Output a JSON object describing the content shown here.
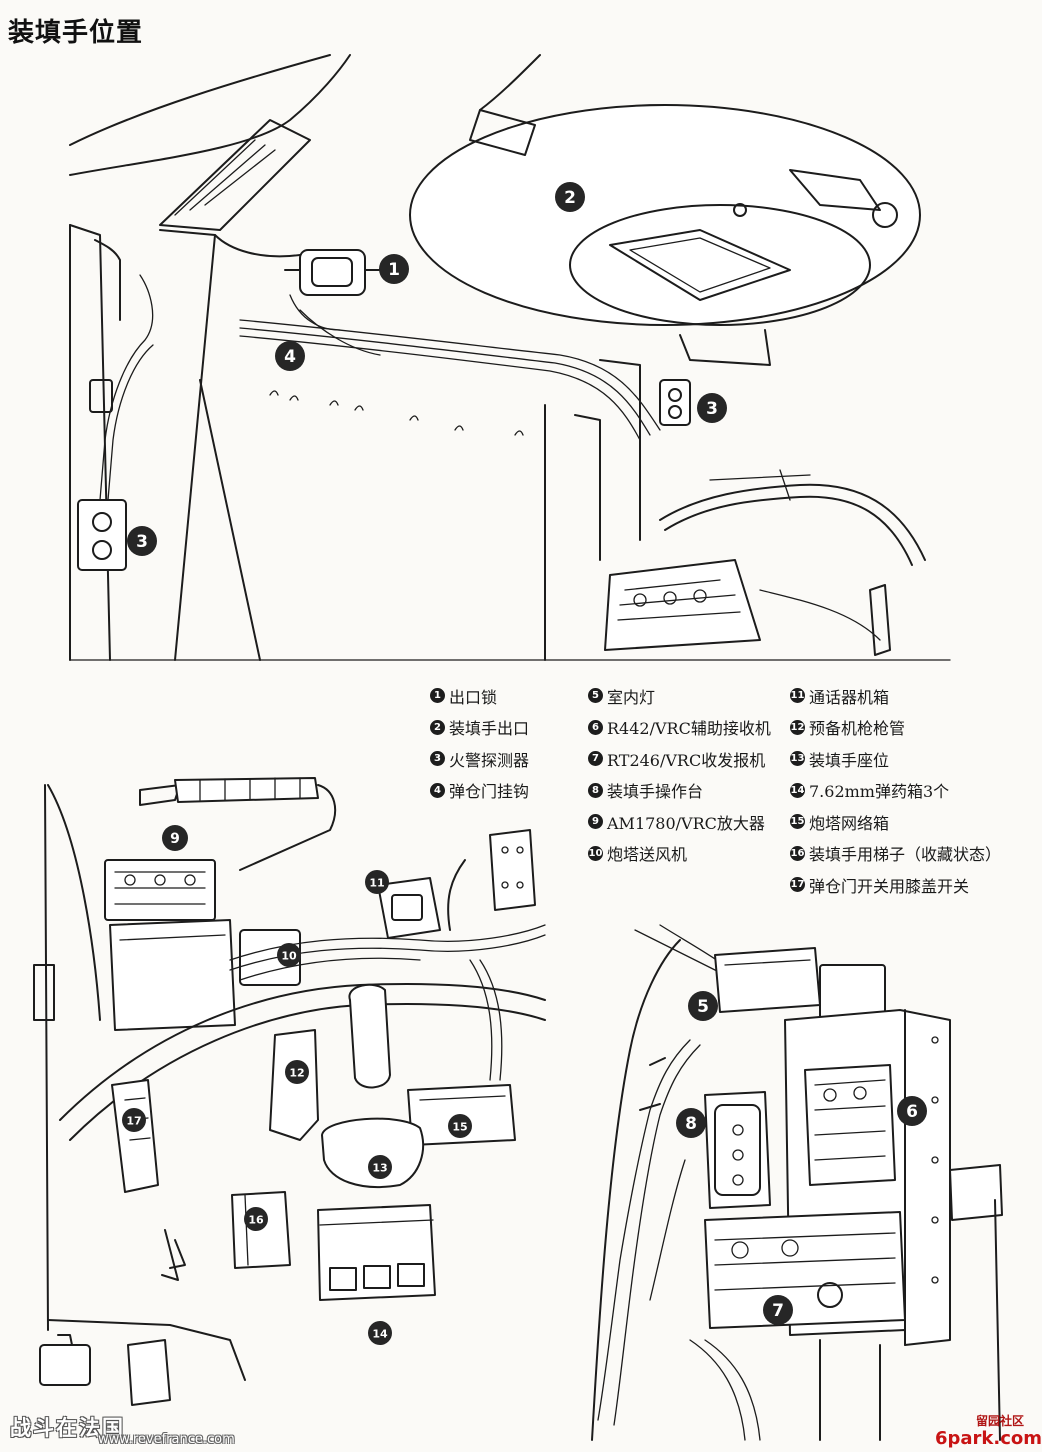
{
  "title": "装填手位置",
  "legend": {
    "columns": [
      [
        {
          "num": "1",
          "label": "出口锁"
        },
        {
          "num": "2",
          "label": "装填手出口"
        },
        {
          "num": "3",
          "label": "火警探测器"
        },
        {
          "num": "4",
          "label": "弹仓门挂钩"
        }
      ],
      [
        {
          "num": "5",
          "label": "室内灯"
        },
        {
          "num": "6",
          "label": "R442/VRC辅助接收机"
        },
        {
          "num": "7",
          "label": "RT246/VRC收发报机"
        },
        {
          "num": "8",
          "label": "装填手操作台"
        },
        {
          "num": "9",
          "label": "AM1780/VRC放大器"
        },
        {
          "num": "10",
          "label": "炮塔送风机"
        }
      ],
      [
        {
          "num": "11",
          "label": "通话器机箱"
        },
        {
          "num": "12",
          "label": "预备机枪枪管"
        },
        {
          "num": "13",
          "label": "装填手座位"
        },
        {
          "num": "14",
          "label": "7.62mm弹药箱3个"
        },
        {
          "num": "15",
          "label": "炮塔网络箱"
        },
        {
          "num": "16",
          "label": "装填手用梯子（收藏状态）"
        },
        {
          "num": "17",
          "label": "弹仓门开关用膝盖开关"
        }
      ]
    ]
  },
  "callouts": {
    "c1": "1",
    "c2": "2",
    "c3a": "3",
    "c3b": "3",
    "c4": "4",
    "c5": "5",
    "c6": "6",
    "c7": "7",
    "c8": "8",
    "c9": "9",
    "c10": "10",
    "c11": "11",
    "c12": "12",
    "c13": "13",
    "c14": "14",
    "c15": "15",
    "c16": "16",
    "c17": "17"
  },
  "watermarks": {
    "left": "战斗在法国",
    "url": "www.revefrance.com",
    "forum": "留园社区",
    "site": "6park.com"
  }
}
